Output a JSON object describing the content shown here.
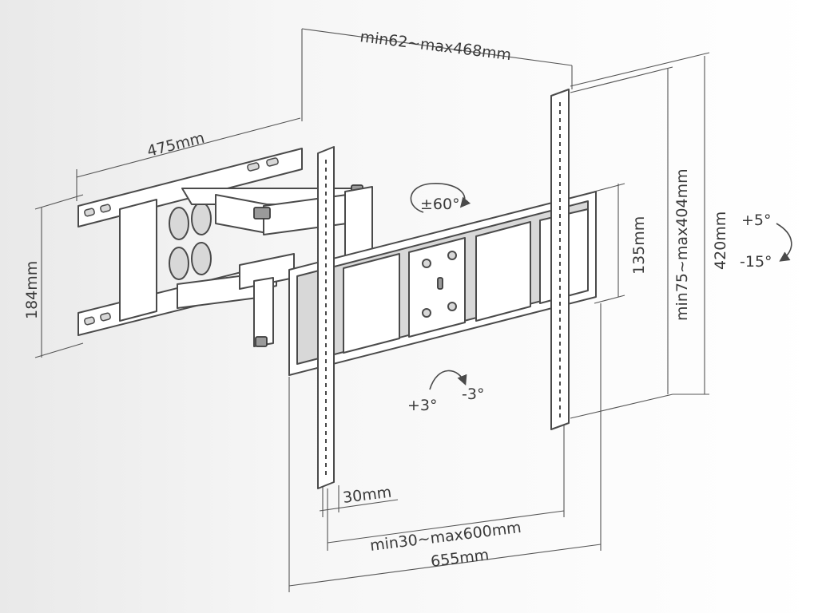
{
  "dimensions": {
    "arm_extension": "min62~max468mm",
    "arm_length": "475mm",
    "wall_plate_height": "184mm",
    "plate_height": "135mm",
    "vertical_hole_spacing": "min75~max404mm",
    "bracket_height": "420mm",
    "arm_width": "30mm",
    "horizontal_hole_spacing": "min30~max600mm",
    "plate_width": "655mm"
  },
  "rotations": {
    "swivel": "±60°",
    "tilt_up": "+5°",
    "tilt_down": "-15°",
    "level_plus": "+3°",
    "level_minus": "-3°"
  },
  "colors": {
    "line": "#4a4a4a",
    "fill": "#ffffff",
    "shade": "#d8d8d8"
  }
}
